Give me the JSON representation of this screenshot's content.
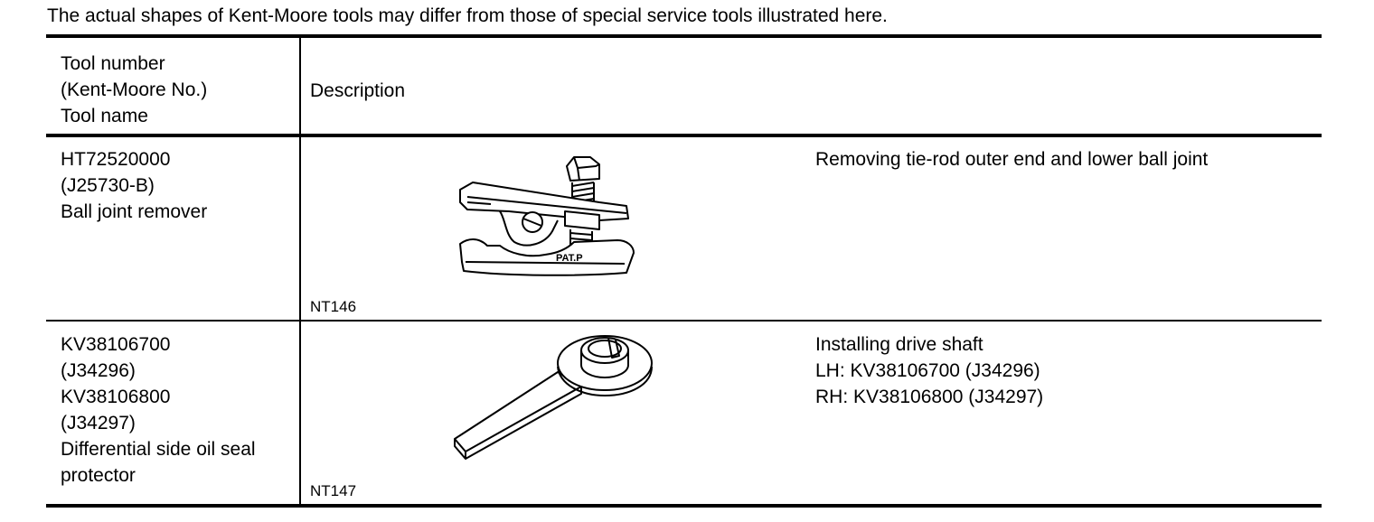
{
  "note": "The actual shapes of Kent-Moore tools may differ from those of special service tools illustrated here.",
  "header": {
    "tool_lines": [
      "Tool number",
      "(Kent-Moore No.)",
      "Tool name"
    ],
    "description": "Description"
  },
  "rows": [
    {
      "tool_lines": [
        "HT72520000",
        "(J25730-B)",
        "Ball joint remover"
      ],
      "figure_code": "NT146",
      "illustration": "ball-joint-remover",
      "illustration_label": "PAT.P",
      "description_lines": [
        "Removing tie-rod outer end and lower ball joint"
      ]
    },
    {
      "tool_lines": [
        "KV38106700",
        "(J34296)",
        "KV38106800",
        "(J34297)",
        "Differential side oil seal",
        "protector"
      ],
      "figure_code": "NT147",
      "illustration": "oil-seal-protector",
      "description_lines": [
        "Installing drive shaft",
        "LH: KV38106700 (J34296)",
        "RH: KV38106800 (J34297)"
      ]
    }
  ]
}
